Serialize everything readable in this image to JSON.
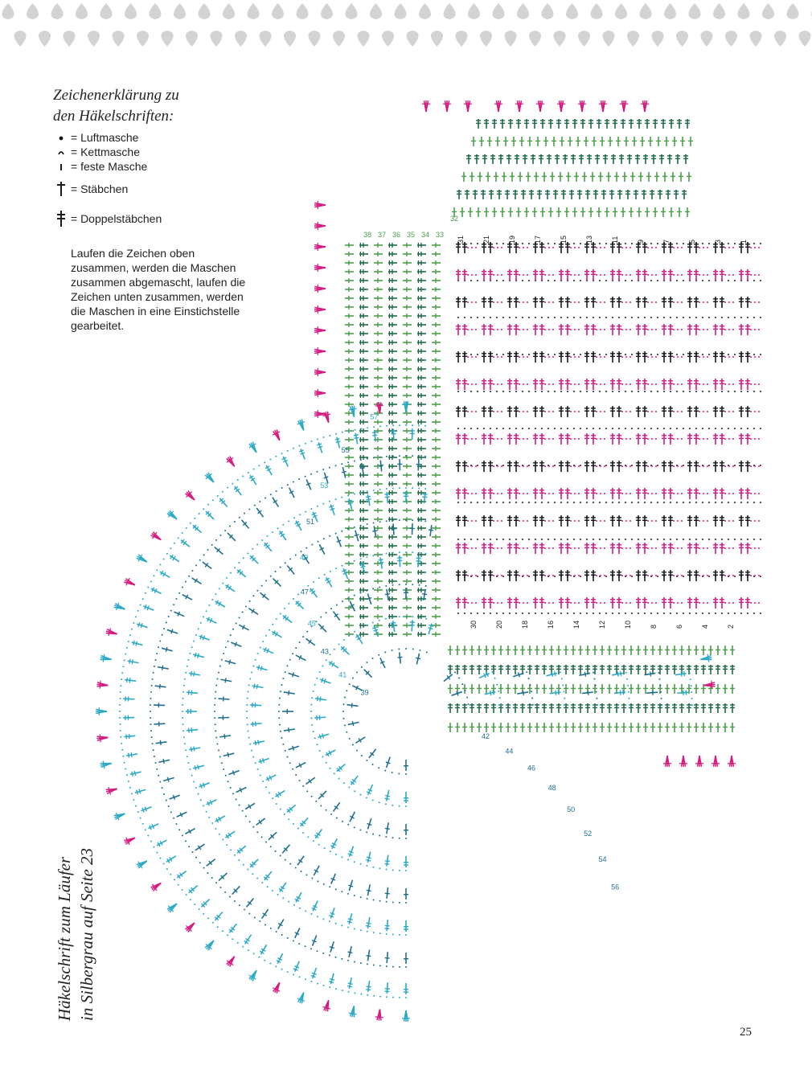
{
  "legend": {
    "title_line1": "Zeichenerklärung zu",
    "title_line2": "den Häkelschriften:",
    "items": [
      {
        "icon": "luftmasche-dot-icon",
        "label": "= Luftmasche"
      },
      {
        "icon": "kettmasche-arc-icon",
        "label": "= Kettmasche"
      },
      {
        "icon": "feste-masche-bar-icon",
        "label": "= feste Masche"
      },
      {
        "icon": "staebchen-icon",
        "label": "= Stäbchen"
      },
      {
        "icon": "doppelstaebchen-icon",
        "label": "= Doppelstäbchen"
      }
    ],
    "note": "Laufen die Zeichen oben zusammen, werden die Maschen zusammen abgemascht, laufen die Zeichen unten zusammen, werden die Maschen in eine Einstichstelle gearbeitet."
  },
  "caption": {
    "line1": "Häkelschrift zum Läufer",
    "line2": "in Silbergrau auf Seite 23"
  },
  "page_number": "25",
  "colors": {
    "magenta": "#d6197f",
    "green": "#4a9e4a",
    "dark_green": "#1f6b47",
    "cyan": "#2aa9c7",
    "dark_cyan": "#1f6f8f",
    "black": "#1a1a1a",
    "border_gray": "#d3d3d3"
  },
  "chart": {
    "grid_top_row_labels": [
      "31",
      "21",
      "19",
      "17",
      "15",
      "13",
      "11",
      "9",
      "7",
      "5",
      "3",
      "1"
    ],
    "grid_bottom_row_labels": [
      "30",
      "20",
      "18",
      "16",
      "14",
      "12",
      "10",
      "8",
      "6",
      "4",
      "2"
    ],
    "top_section_labels": [
      "32",
      "33",
      "34",
      "35",
      "36",
      "37",
      "38"
    ],
    "circle_labels": [
      "39",
      "41",
      "43",
      "45",
      "47",
      "49",
      "51",
      "53",
      "55",
      "57"
    ],
    "bottom_arc_labels": [
      "42",
      "44",
      "46",
      "48",
      "50",
      "52",
      "54",
      "56"
    ]
  }
}
